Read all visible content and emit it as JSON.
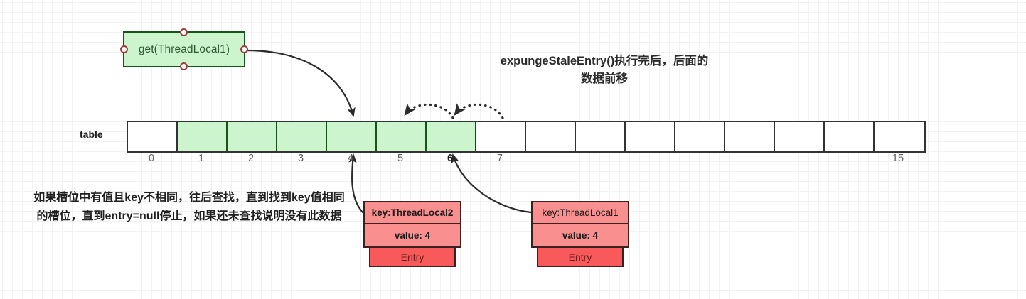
{
  "heading": {
    "text": "expungeStaleEntry()执行完后，后面的数据前移"
  },
  "call_node": {
    "label": "get(ThreadLocal1)"
  },
  "table": {
    "label": "table",
    "cell_count": 16,
    "filled_indices": [
      1,
      2,
      3,
      4,
      5,
      6
    ],
    "index_labels": [
      "0",
      "1",
      "2",
      "3",
      "4",
      "5",
      "6",
      "7"
    ],
    "bold_index": "6",
    "last_index_label": "15",
    "colors": {
      "filled_fill": "#cdf5cd",
      "filled_border": "#17541b",
      "empty_fill": "#ffffff",
      "border": "#333333"
    }
  },
  "note": {
    "text": "如果槽位中有值且key不相同，往后查找，直到找到key值相同的槽位，直到entry=null停止，如果还未查找说明没有此数据"
  },
  "entries": [
    {
      "key": "key:ThreadLocal2",
      "value": "value: 4",
      "footer": "Entry",
      "key_bold": true,
      "value_bold": true
    },
    {
      "key": "key:ThreadLocal1",
      "value": "value: 4",
      "footer": "Entry",
      "key_bold": false,
      "value_bold": true
    }
  ],
  "colors": {
    "entry_fill": "#fa8f8f",
    "entry_footer_fill": "#f8595b",
    "entry_border": "#3b2020",
    "handle_ring": "#a33b3b",
    "arrow": "#2b2b2b"
  }
}
